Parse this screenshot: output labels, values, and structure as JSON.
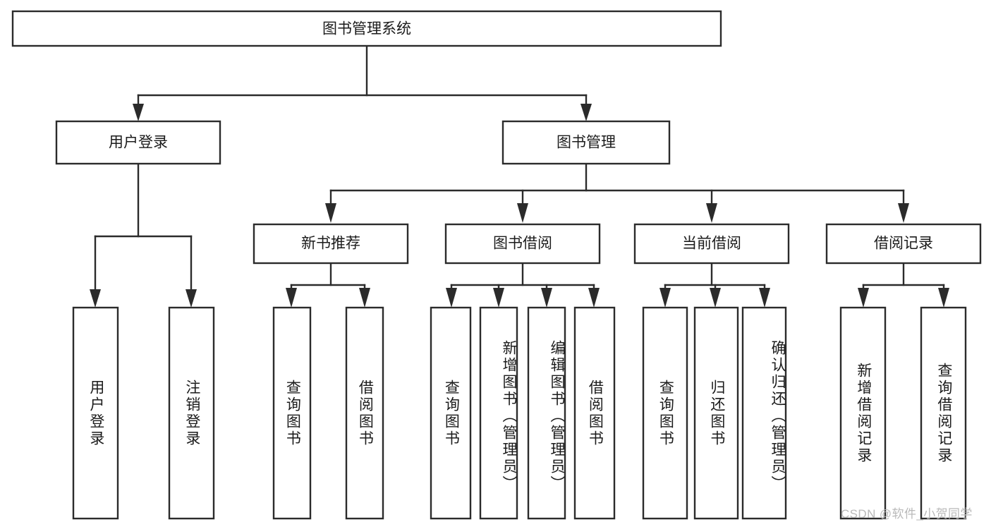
{
  "diagram": {
    "title": "图书管理系统",
    "type": "tree",
    "orientation": "top-down",
    "colors": {
      "box_stroke": "#2b2b2b",
      "box_fill": "#ffffff",
      "text": "#1b1b1b",
      "connector": "#2b2b2b",
      "background": "#ffffff",
      "watermark": "#b9b9b9"
    },
    "root": {
      "label": "图书管理系统"
    },
    "level2": [
      {
        "label": "用户登录"
      },
      {
        "label": "图书管理"
      }
    ],
    "level3": [
      {
        "label": "新书推荐"
      },
      {
        "label": "图书借阅"
      },
      {
        "label": "当前借阅"
      },
      {
        "label": "借阅记录"
      }
    ],
    "leaves": {
      "user_login": [
        {
          "label": "用户登录"
        },
        {
          "label": "注销登录"
        }
      ],
      "new_book_recommend": [
        {
          "label": "查询图书"
        },
        {
          "label": "借阅图书"
        }
      ],
      "book_borrow": [
        {
          "label": "查询图书"
        },
        {
          "label": "新增图书（管理员）"
        },
        {
          "label": "编辑图书（管理员）"
        },
        {
          "label": "借阅图书"
        }
      ],
      "current_borrow": [
        {
          "label": "查询图书"
        },
        {
          "label": "归还图书"
        },
        {
          "label": "确认归还（管理员）"
        }
      ],
      "borrow_record": [
        {
          "label": "新增借阅记录"
        },
        {
          "label": "查询借阅记录"
        }
      ]
    }
  },
  "watermark": {
    "text": "CSDN @软件_小贺同学"
  }
}
